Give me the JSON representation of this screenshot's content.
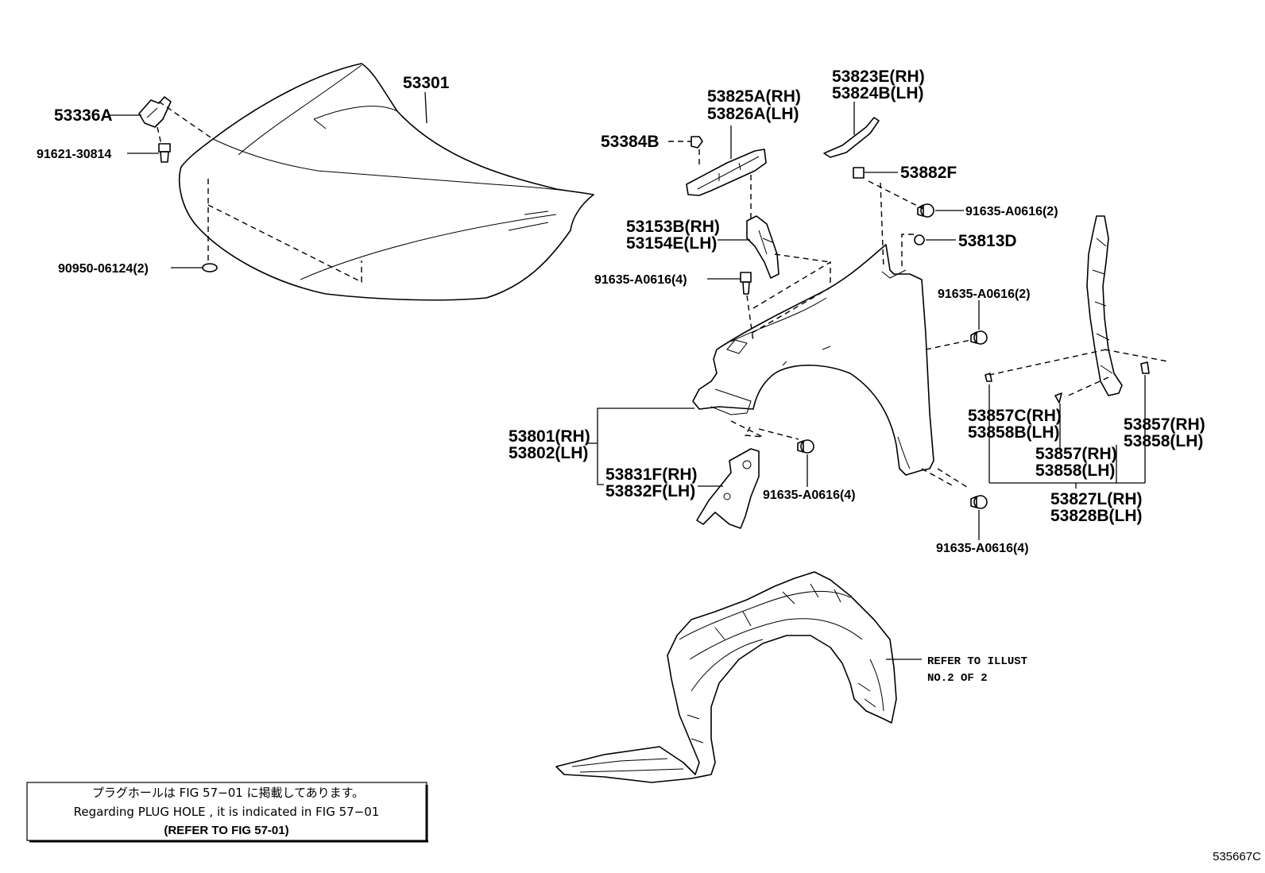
{
  "parts": {
    "hood": "53301",
    "hood_bracket": "53336A",
    "bolt_91621": "91621-30814",
    "plug": "90950-06124(2)",
    "cushion": "53384B",
    "bracket_rh": "53825A(RH)",
    "bracket_lh": "53826A(LH)",
    "seal_rh": "53823E(RH)",
    "seal_lh": "53824B(LH)",
    "clip_53882f": "53882F",
    "bolt_top": "91635-A0616(2)",
    "clip_53813d": "53813D",
    "hinge_rh": "53153B(RH)",
    "hinge_lh": "53154E(LH)",
    "bolt_left": "91635-A0616(4)",
    "bolt_mid": "91635-A0616(2)",
    "fender_rh": "53801(RH)",
    "fender_lh": "53802(LH)",
    "fender_brk_rh": "53831F(RH)",
    "fender_brk_lh": "53832F(LH)",
    "bolt_bottom": "91635-A0616(4)",
    "bolt_right": "91635-A0616(4)",
    "seal_c_rh": "53857C(RH)",
    "seal_c_lh": "53858B(LH)",
    "seal_r_rh": "53857(RH)",
    "seal_r_lh": "53858(LH)",
    "seal_m_rh": "53857(RH)",
    "seal_m_lh": "53858(LH)",
    "seal_assy_rh": "53827L(RH)",
    "seal_assy_lh": "53828B(LH)",
    "liner_ref_1": "REFER TO ILLUST",
    "liner_ref_2": "NO.2 OF 2"
  },
  "note": {
    "line_jp": "プラグホールは FIG  57−01 に掲載してあります。",
    "line_en": "Regarding  PLUG  HOLE , it is indicated in  FIG  57−01",
    "line_ref": "(REFER  TO  FIG  57-01)"
  },
  "figure_id": "535667C"
}
